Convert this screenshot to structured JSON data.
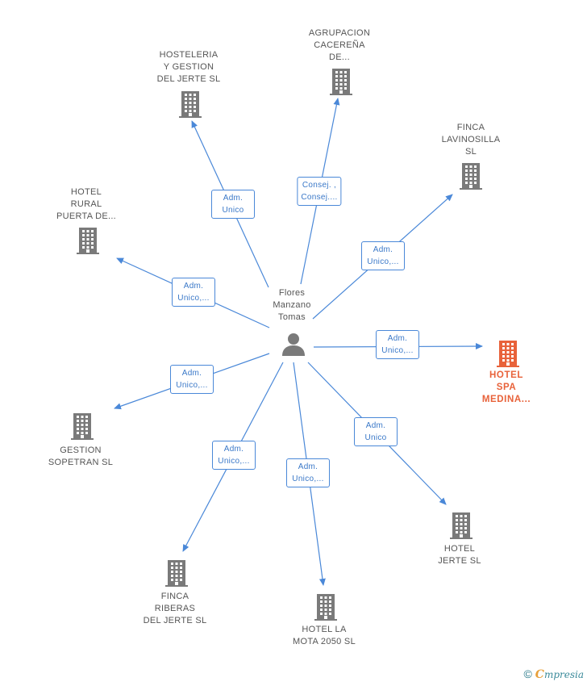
{
  "center": {
    "label": "Flores\nManzano\nTomas",
    "icon": "person-icon"
  },
  "colors": {
    "edge": "#4a88d8",
    "building": "#7a7a7a",
    "building_main": "#e8623a",
    "label": "#555555"
  },
  "nodes": [
    {
      "id": "hosteleria",
      "label": "HOSTELERIA\nY GESTION\nDEL JERTE SL",
      "role": "Adm.\nUnico",
      "main": false,
      "icon": "building-icon"
    },
    {
      "id": "agrupacion",
      "label": "AGRUPACION\nCACEREÑA\nDE...",
      "role": "Consej. ,\nConsej....",
      "main": false,
      "icon": "building-icon"
    },
    {
      "id": "finca-lavinosilla",
      "label": "FINCA\nLAVINOSILLA\nSL",
      "role": "Adm.\nUnico,...",
      "main": false,
      "icon": "building-icon"
    },
    {
      "id": "hotel-rural",
      "label": "HOTEL\nRURAL\nPUERTA DE...",
      "role": "Adm.\nUnico,...",
      "main": false,
      "icon": "building-icon"
    },
    {
      "id": "hotel-spa",
      "label": "HOTEL\nSPA\nMEDINA...",
      "role": "Adm.\nUnico,...",
      "main": true,
      "icon": "building-icon"
    },
    {
      "id": "gestion-sopetran",
      "label": "GESTION\nSOPETRAN SL",
      "role": "Adm.\nUnico,...",
      "main": false,
      "icon": "building-icon"
    },
    {
      "id": "hotel-jerte",
      "label": "HOTEL\nJERTE SL",
      "role": "Adm.\nUnico",
      "main": false,
      "icon": "building-icon"
    },
    {
      "id": "finca-riberas",
      "label": "FINCA\nRIBERAS\nDEL JERTE SL",
      "role": "Adm.\nUnico,...",
      "main": false,
      "icon": "building-icon"
    },
    {
      "id": "hotel-la-mota",
      "label": "HOTEL LA\nMOTA 2050 SL",
      "role": "Adm.\nUnico,...",
      "main": false,
      "icon": "building-icon"
    }
  ],
  "footer": {
    "copyright": "©",
    "brand_first": "C",
    "brand_rest": "mpresia"
  }
}
